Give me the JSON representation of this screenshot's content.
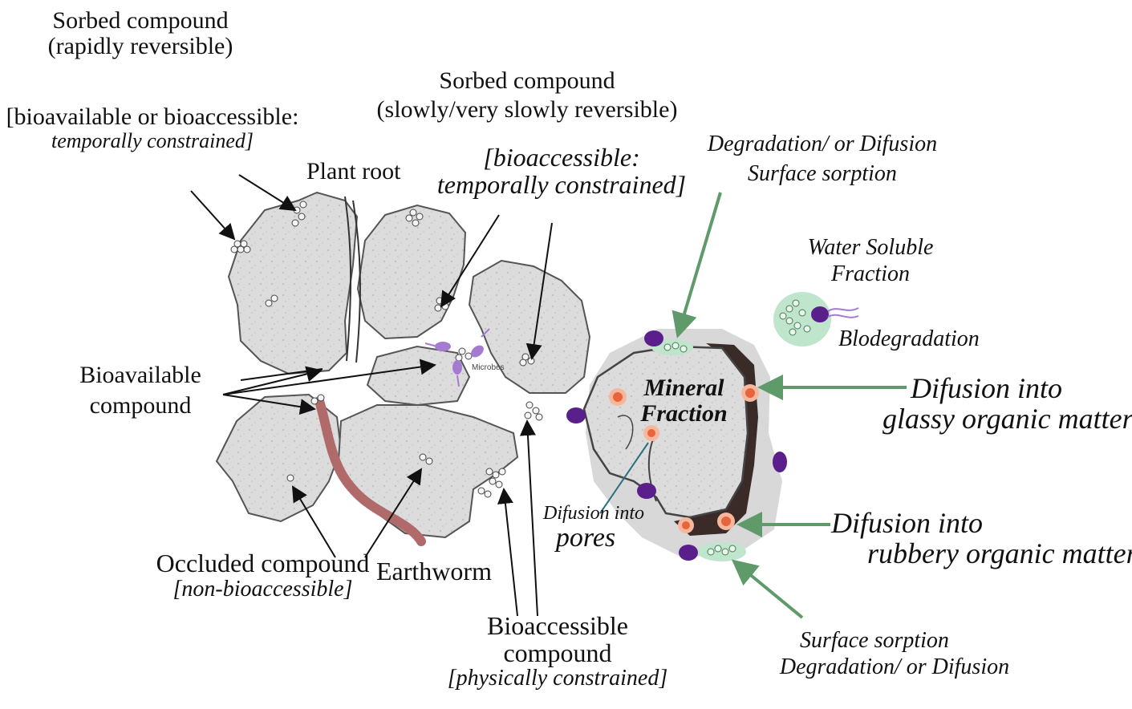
{
  "labels": {
    "sorbed_rapid": {
      "line1": "Sorbed compound",
      "line2": "(rapidly reversible)"
    },
    "bioavailable_temporal": {
      "line1": "[bioavailable or bioaccessible:",
      "line2": "temporally constrained]"
    },
    "plant_root": "Plant root",
    "sorbed_slow": {
      "line1": "Sorbed compound",
      "line2": "(slowly/very slowly reversible)"
    },
    "bioaccessible_temporal": {
      "line1": "[bioaccessible:",
      "line2": "temporally constrained]"
    },
    "degradation_top": {
      "line1": "Degradation/ or Difusion",
      "line2": "Surface sorption"
    },
    "water_soluble": {
      "line1": "Water Soluble",
      "line2": "Fraction"
    },
    "biodegradation": "Blodegradation",
    "bioavailable_compound": {
      "line1": "Bioavailable",
      "line2": "compound"
    },
    "microbes": "Microbes",
    "mineral_fraction": {
      "line1": "Mineral",
      "line2": "Fraction"
    },
    "glassy": {
      "line1": "Difusion into",
      "line2": "glassy organic matter"
    },
    "pores": {
      "line1": "Difusion into",
      "line2": "pores"
    },
    "rubbery": {
      "line1": "Difusion into",
      "line2": "rubbery organic matter"
    },
    "occluded": {
      "line1": "Occluded compound",
      "line2": "[non-bioaccessible]"
    },
    "earthworm": "Earthworm",
    "bioaccessible_physical": {
      "line1": "Bioaccessible",
      "line2": "compound",
      "line3": "[physically constrained]"
    },
    "surface_sorption_bottom": {
      "line1": "Surface sorption",
      "line2": "Degradation/ or Difusion"
    }
  },
  "colors": {
    "aggregate_fill": "#dcdcdc",
    "aggregate_stroke": "#555555",
    "arrow_green": "#5f9a6a",
    "microbe_purple": "#5b1f8c",
    "microbe_light": "#a57bd1",
    "contaminant_orange": "#e8643c",
    "organic_dark": "#3a2a28",
    "halo_green": "#bfe5cc",
    "earthworm": "#b06a6a"
  }
}
